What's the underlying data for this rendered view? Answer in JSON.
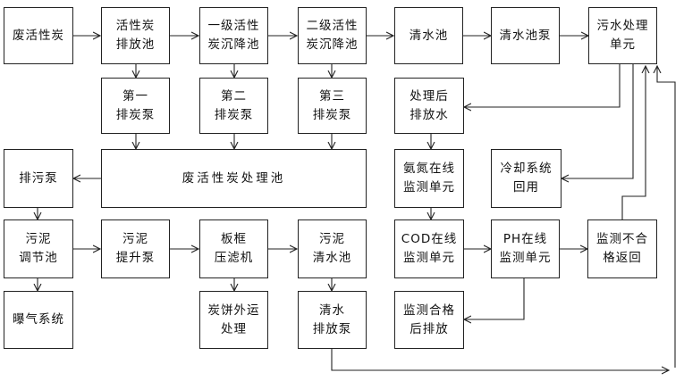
{
  "nodes": {
    "waste_carbon": "废活性炭",
    "carbon_discharge_tank": "活性炭\n排放池",
    "primary_settling_tank": "一级活性\n炭沉降池",
    "secondary_settling_tank": "二级活性\n炭沉降池",
    "clear_water_tank": "清水池",
    "clear_water_pump": "清水池泵",
    "sewage_unit": "污水处理\n单元",
    "carbon_pump_1": "第一\n排炭泵",
    "carbon_pump_2": "第二\n排炭泵",
    "carbon_pump_3": "第三\n排炭泵",
    "treated_discharge": "处理后\n排放水",
    "waste_carbon_treatment_tank": "废活性炭处理池",
    "sewage_pump": "排污泵",
    "ammonia_monitor": "氨氮在线\n监测单元",
    "cooling_reuse": "冷却系统\n回用",
    "sludge_tank": "污泥\n调节池",
    "sludge_lift_pump": "污泥\n提升泵",
    "filter_press": "板框\n压滤机",
    "sludge_clear_tank": "污泥\n清水池",
    "cod_monitor": "COD在线\n监测单元",
    "ph_monitor": "PH在线\n监测单元",
    "fail_return": "监测不合\n格返回",
    "aeration": "曝气系统",
    "cake_transport": "炭饼外运\n处理",
    "clear_discharge_pump": "清水\n排放泵",
    "pass_discharge": "监测合格\n后排放"
  }
}
